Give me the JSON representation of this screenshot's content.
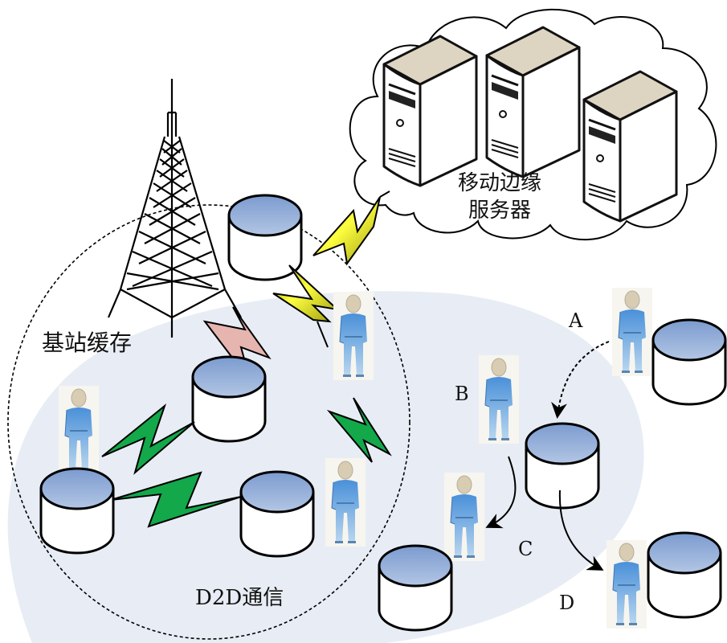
{
  "diagram": {
    "labels": {
      "server_cloud_line1": "移动边缘",
      "server_cloud_line2": "服务器",
      "base_station_cache": "基站缓存",
      "d2d_communication": "D2D通信",
      "user_a": "A",
      "user_b": "B",
      "user_c": "C",
      "user_d": "D"
    },
    "colors": {
      "cylinder_top": "#8aa6d4",
      "cylinder_top_light": "#a9bfe0",
      "d2d_region": "#e8edf5",
      "server_top": "#ddd5c2",
      "person_body": "#4a94d8",
      "person_head": "#d9cdb5",
      "bolt_backhaul": "#f2ee30",
      "bolt_basestation": "#e6b5b0",
      "bolt_d2d": "#13a84a"
    },
    "icons": [
      "cloud-icon",
      "server-icon",
      "base-station-tower-icon",
      "cache-cylinder-icon",
      "user-person-icon",
      "lightning-link-icon",
      "arrow-icon"
    ]
  }
}
